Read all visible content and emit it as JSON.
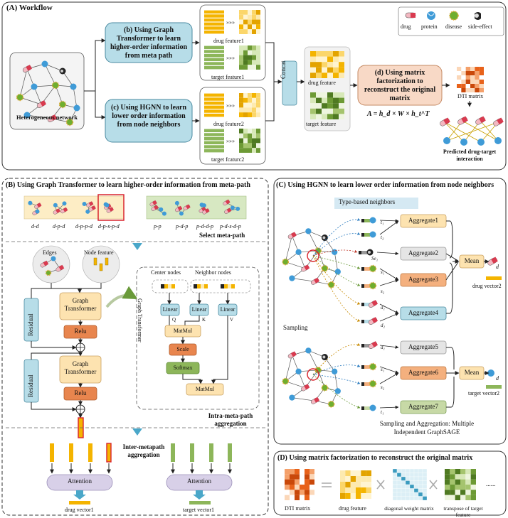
{
  "panelA": {
    "title": "(A) Workflow",
    "legend": [
      "drug",
      "protein",
      "disease",
      "side-effect"
    ],
    "hetero_label": "Heterogeneous network",
    "box_b": "(b) Using Graph Transformer to learn higher-order information from meta path",
    "box_c": "(c) Using HGNN to learn lower order information from node neighbors",
    "drug_feature1": "drug feature1",
    "target_feature1": "target feature1",
    "drug_feature2": "drug feature2",
    "target_feature2": "target fcaturc2",
    "concat": "Concat",
    "drug_feature": "drug feature",
    "target_feature": "target feature",
    "box_d": "(d) Using matrix factorization to reconstruct the original matrix",
    "formula": "A = h_d × W × h_t^T",
    "dti_matrix": "DTI matrix",
    "predicted": "Predicted drug-target interaction"
  },
  "panelB": {
    "title": "(B) Using Graph Transformer to learn higher-order information from meta-path",
    "metapaths_drug": [
      "d-d",
      "d-p-d",
      "d-p-p-d",
      "d-p-s-p-d"
    ],
    "metapaths_target": [
      "p-p",
      "p-d-p",
      "p-d-d-p",
      "p-d-s-d-p"
    ],
    "select": "Select meta-path",
    "edges": "Edges",
    "node_feature": "Node feature",
    "residual": "Residual",
    "graph_transformer": "Graph Transformer",
    "relu": "Relu",
    "center_nodes": "Center nodes",
    "neighbor_nodes": "Neighbor nodes",
    "linear": "Linear",
    "q": "Q",
    "k": "K",
    "v": "V",
    "matmul": "MatMul",
    "scale": "Scale",
    "softmax": "Softmax",
    "gt_vertical": "Graph Transformer",
    "intra": "Intra-meta-path aggregation",
    "inter": "Inter-metapath aggregation",
    "attention": "Attention",
    "drug_vector1": "drug vector1",
    "target_vector1": "target vector1"
  },
  "panelC": {
    "title": "(C) Using HGNN to learn lower order information from node neighbors",
    "type_based": "Type-based neighbors",
    "aggregates_top": [
      "Aggregate1",
      "Aggregate2",
      "Aggregate3",
      "Aggregate4"
    ],
    "aggregates_bottom": [
      "Aggregate5",
      "Aggregate6",
      "Aggregate7"
    ],
    "mean": "Mean",
    "drug_vector2": "drug vector2",
    "target_vector2": "target vector2",
    "sampling": "Sampling",
    "d": "d",
    "caption": "Sampling and Aggregation: Multiple Independent GraphSAGE",
    "node_labels_top": [
      "t₁",
      "t₂",
      "Se₁",
      "s₁",
      "s₂",
      "d₁",
      "d₂"
    ],
    "node_labels_bottom": [
      "d₁",
      "s₁",
      "s₂",
      "t₁"
    ]
  },
  "panelD": {
    "title": "(D) Using matrix factorization to reconstruct the original matrix",
    "dti_matrix": "DTI matrix",
    "drug_feature": "drug feature",
    "diag": "diagonal weight matrix",
    "transpose": "transpose of target feature",
    "dots": "......"
  },
  "colors": {
    "teal_box": "#b7dde8",
    "orange_box": "#f8d9c6",
    "gt_box": "#fde3b0",
    "relu": "#e8854e",
    "aggregate_light": "#e5e5e5",
    "aggregate_orange": "#f4b07e",
    "aggregate_teal": "#b7dde8",
    "aggregate_green": "#c7d9a6",
    "mean": "#fde3b0",
    "attention": "#d8d0e8"
  }
}
